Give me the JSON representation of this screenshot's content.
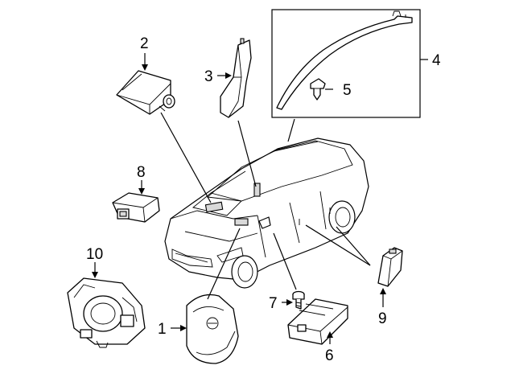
{
  "callouts": {
    "c1": "1",
    "c2": "2",
    "c3": "3",
    "c4": "4",
    "c5": "5",
    "c6": "6",
    "c7": "7",
    "c8": "8",
    "c9": "9",
    "c10": "10"
  },
  "colors": {
    "line": "#000000",
    "background": "#ffffff",
    "shading": "#d9d9d9"
  }
}
